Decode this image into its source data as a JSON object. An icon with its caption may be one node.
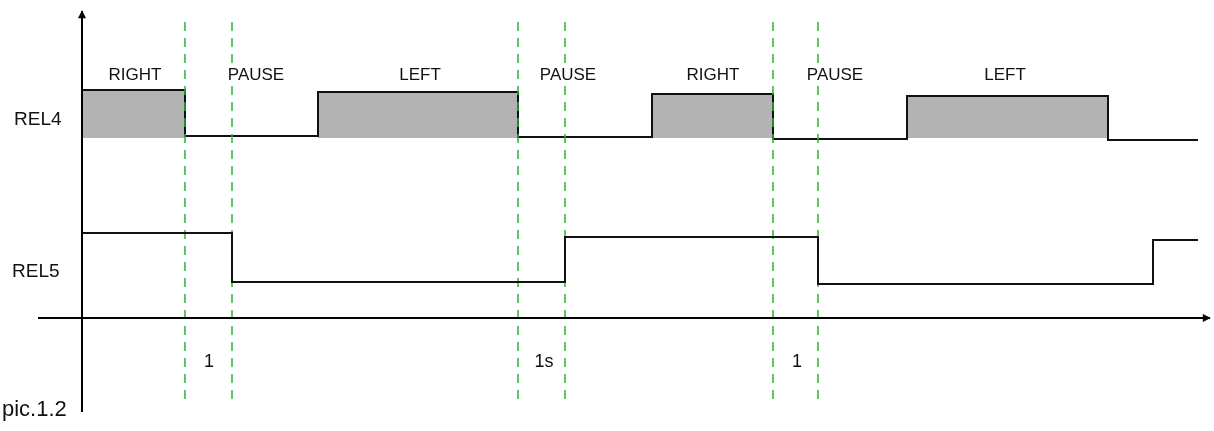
{
  "diagram": {
    "caption": "pic.1.2",
    "labels": [
      "RIGHT",
      "PAUSE",
      "LEFT",
      "PAUSE",
      "RIGHT",
      "PAUSE",
      "LEFT",
      "REL4",
      "REL5",
      "1",
      "1s",
      "1"
    ]
  }
}
